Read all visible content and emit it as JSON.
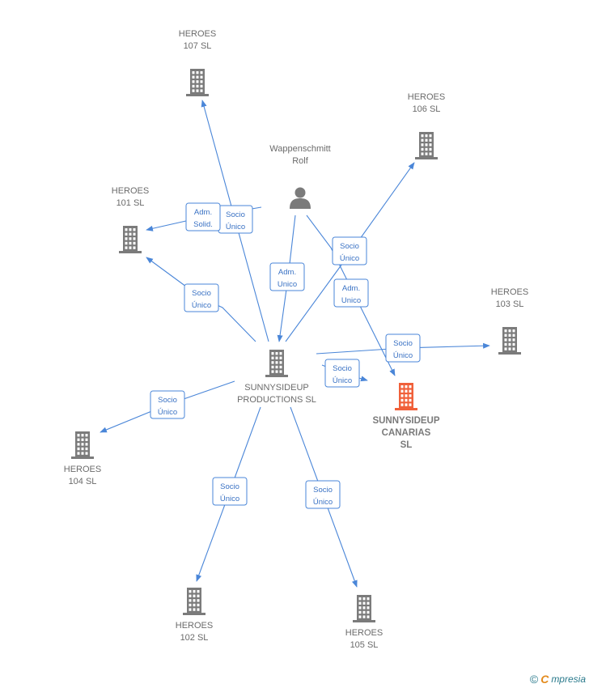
{
  "colors": {
    "edge": "#4a86d8",
    "building": "#7b7b7b",
    "focus_building": "#f0603a",
    "person": "#7b7b7b",
    "label": "#6b6b6b"
  },
  "nodes": [
    {
      "id": "heroes107",
      "type": "company",
      "lines": [
        "HEROES",
        "107  SL"
      ],
      "label_pos": "above"
    },
    {
      "id": "heroes106",
      "type": "company",
      "lines": [
        "HEROES",
        "106  SL"
      ],
      "label_pos": "above"
    },
    {
      "id": "heroes101",
      "type": "company",
      "lines": [
        "HEROES",
        "101  SL"
      ],
      "label_pos": "above"
    },
    {
      "id": "wappenschmitt",
      "type": "person",
      "lines": [
        "Wappenschmitt",
        "Rolf"
      ],
      "label_pos": "above"
    },
    {
      "id": "heroes103",
      "type": "company",
      "lines": [
        "HEROES",
        "103  SL"
      ],
      "label_pos": "above"
    },
    {
      "id": "sunnysideup_prod",
      "type": "company",
      "lines": [
        "SUNNYSIDEUP",
        "PRODUCTIONS SL"
      ],
      "label_pos": "below"
    },
    {
      "id": "sunnysideup_canarias",
      "type": "company_focus",
      "lines": [
        "SUNNYSIDEUP",
        "CANARIAS",
        "SL"
      ],
      "label_pos": "below"
    },
    {
      "id": "heroes104",
      "type": "company",
      "lines": [
        "HEROES",
        "104  SL"
      ],
      "label_pos": "below"
    },
    {
      "id": "heroes102",
      "type": "company",
      "lines": [
        "HEROES",
        "102  SL"
      ],
      "label_pos": "below"
    },
    {
      "id": "heroes105",
      "type": "company",
      "lines": [
        "HEROES",
        "105  SL"
      ],
      "label_pos": "below"
    }
  ],
  "edges": [
    {
      "from": "sunnysideup_prod",
      "to": "heroes107",
      "label": [
        "Socio",
        "Único"
      ]
    },
    {
      "from": "wappenschmitt",
      "to": "heroes101",
      "label": [
        "Adm.",
        "Solid."
      ]
    },
    {
      "from": "sunnysideup_prod",
      "to": "heroes101",
      "label": [
        "Socio",
        "Único"
      ]
    },
    {
      "from": "wappenschmitt",
      "to": "sunnysideup_prod",
      "label": [
        "Adm.",
        "Unico"
      ]
    },
    {
      "from": "sunnysideup_prod",
      "to": "heroes106",
      "label": [
        "Socio",
        "Único"
      ]
    },
    {
      "from": "wappenschmitt",
      "to": "sunnysideup_canarias",
      "label": [
        "Adm.",
        "Unico"
      ]
    },
    {
      "from": "sunnysideup_prod",
      "to": "heroes103",
      "label": [
        "Socio",
        "Único"
      ]
    },
    {
      "from": "sunnysideup_prod",
      "to": "sunnysideup_canarias",
      "label": [
        "Socio",
        "Único"
      ]
    },
    {
      "from": "sunnysideup_prod",
      "to": "heroes104",
      "label": [
        "Socio",
        "Único"
      ]
    },
    {
      "from": "sunnysideup_prod",
      "to": "heroes102",
      "label": [
        "Socio",
        "Único"
      ]
    },
    {
      "from": "sunnysideup_prod",
      "to": "heroes105",
      "label": [
        "Socio",
        "Único"
      ]
    }
  ],
  "footer": {
    "copyright": "©",
    "brand_initial": "C",
    "brand_rest": "mpresia"
  }
}
